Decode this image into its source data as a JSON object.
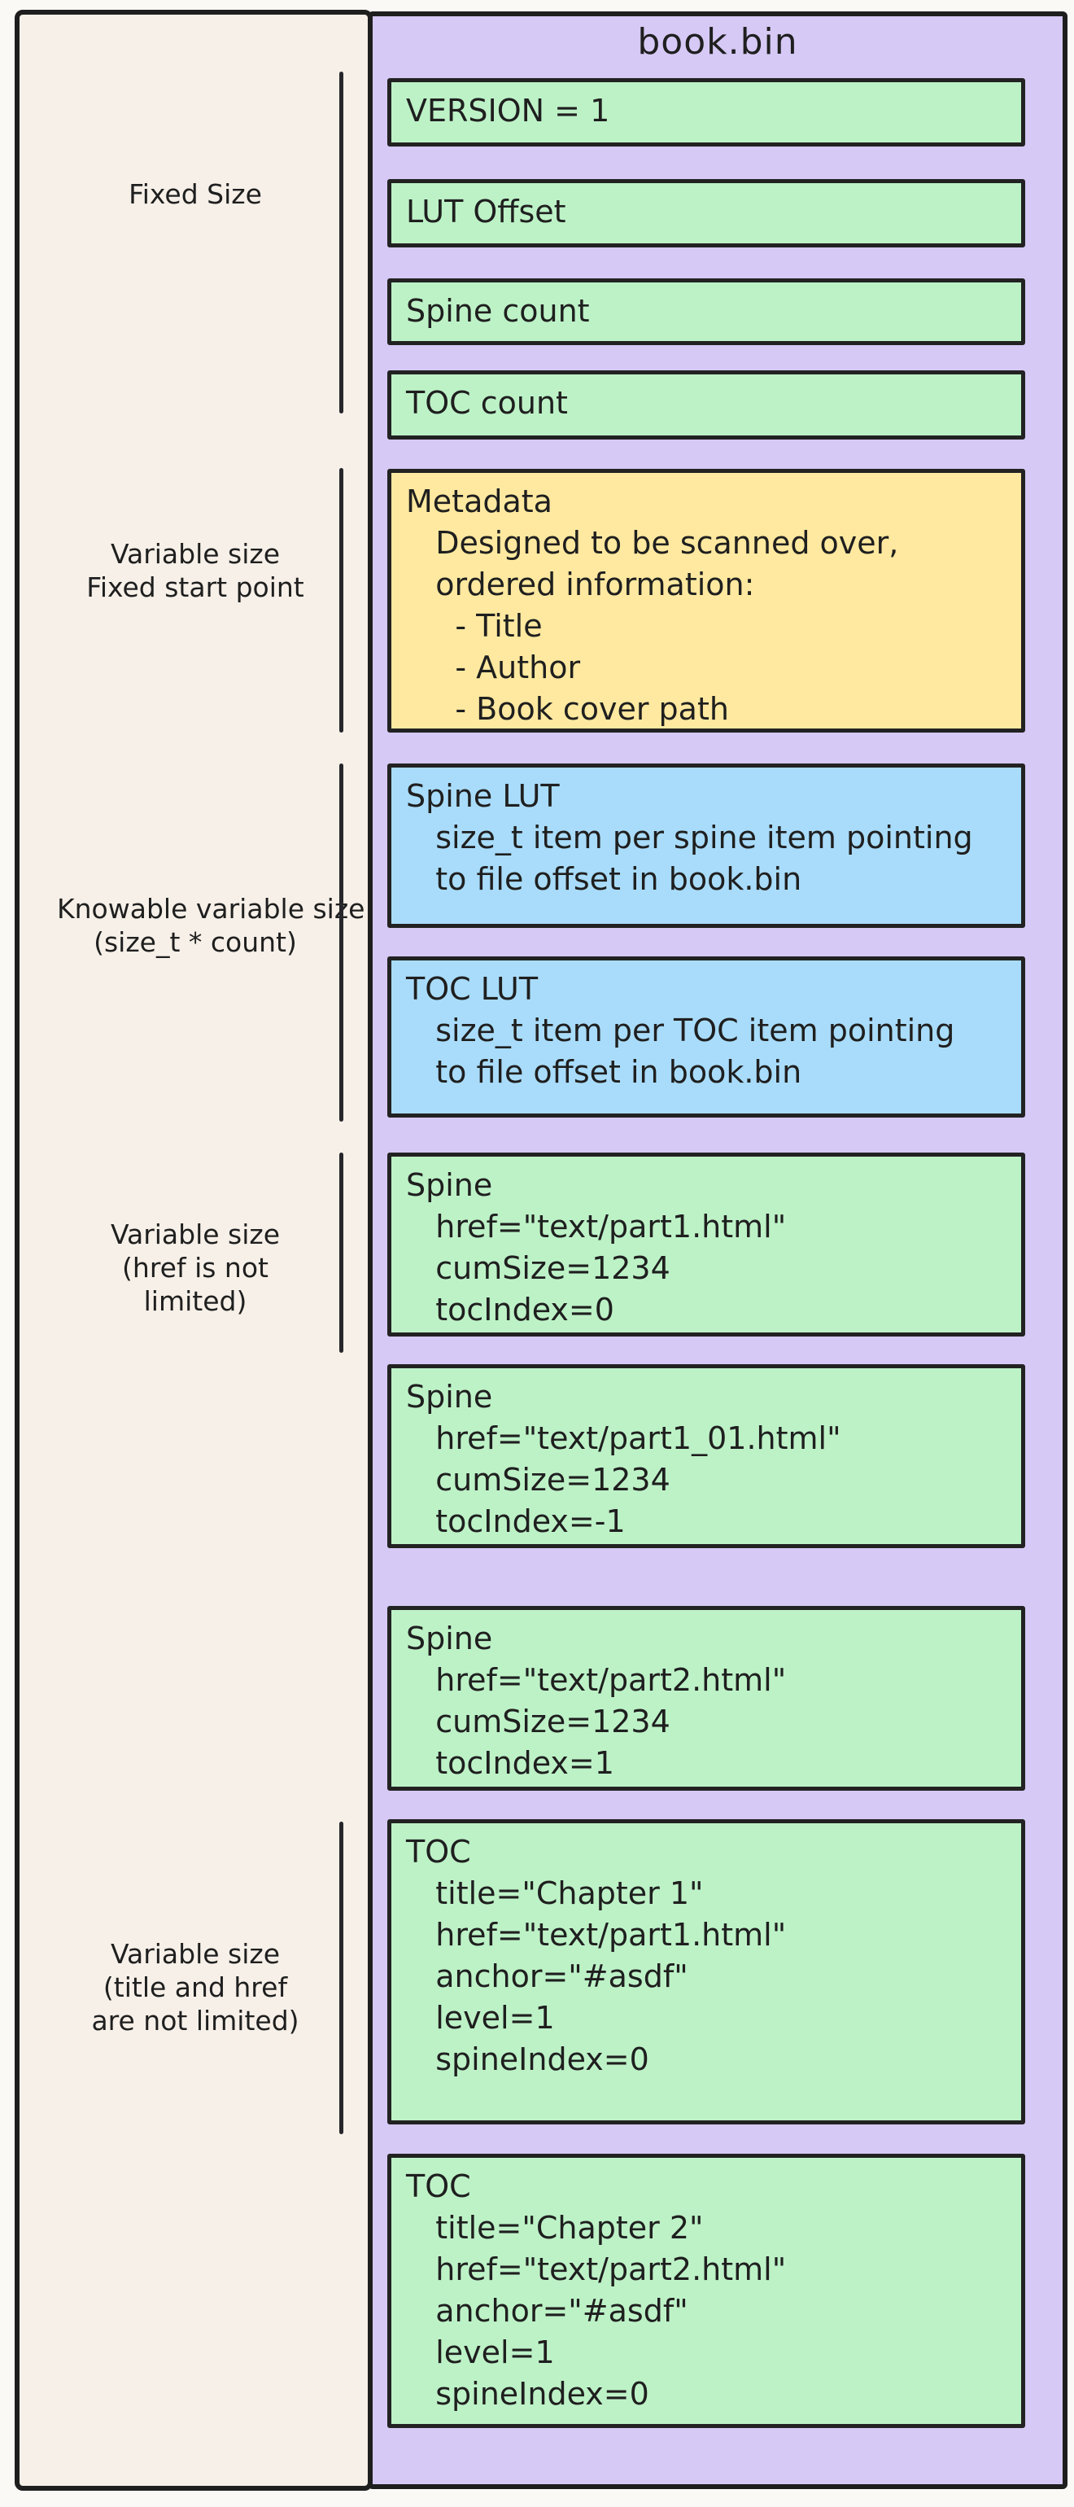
{
  "container": {
    "title": "book.bin"
  },
  "boxes": {
    "version": {
      "color": "green",
      "lines": [
        "VERSION = 1"
      ]
    },
    "lut_offset": {
      "color": "green",
      "lines": [
        "LUT Offset"
      ]
    },
    "spine_count": {
      "color": "green",
      "lines": [
        "Spine count"
      ]
    },
    "toc_count": {
      "color": "green",
      "lines": [
        "TOC count"
      ]
    },
    "metadata": {
      "color": "yellow",
      "lines": [
        "Metadata",
        "   Designed to be scanned over,",
        "   ordered information:",
        "     - Title",
        "     - Author",
        "     - Book cover path"
      ]
    },
    "spine_lut": {
      "color": "blue",
      "lines": [
        "Spine LUT",
        "   size_t item per spine item pointing",
        "   to file offset in book.bin"
      ]
    },
    "toc_lut": {
      "color": "blue",
      "lines": [
        "TOC LUT",
        "   size_t item per TOC item pointing",
        "   to file offset in book.bin"
      ]
    },
    "spine_1": {
      "color": "green",
      "lines": [
        "Spine",
        "   href=\"text/part1.html\"",
        "   cumSize=1234",
        "   tocIndex=0"
      ]
    },
    "spine_2": {
      "color": "green",
      "lines": [
        "Spine",
        "   href=\"text/part1_01.html\"",
        "   cumSize=1234",
        "   tocIndex=-1"
      ]
    },
    "spine_3": {
      "color": "green",
      "lines": [
        "Spine",
        "   href=\"text/part2.html\"",
        "   cumSize=1234",
        "   tocIndex=1"
      ]
    },
    "toc_1": {
      "color": "green",
      "lines": [
        "TOC",
        "   title=\"Chapter 1\"",
        "   href=\"text/part1.html\"",
        "   anchor=\"#asdf\"",
        "   level=1",
        "   spineIndex=0"
      ]
    },
    "toc_2": {
      "color": "green",
      "lines": [
        "TOC",
        "   title=\"Chapter 2\"",
        "   href=\"text/part2.html\"",
        "   anchor=\"#asdf\"",
        "   level=1",
        "   spineIndex=0"
      ]
    }
  },
  "labels": {
    "fixed_size": {
      "lines": [
        "Fixed Size"
      ]
    },
    "variable_fixed_start": {
      "lines": [
        "Variable size",
        "Fixed start point"
      ]
    },
    "knowable_variable": {
      "lines": [
        "Knowable variable size",
        "(size_t * count)"
      ]
    },
    "variable_href": {
      "lines": [
        "Variable size",
        "(href is not",
        "limited)"
      ]
    },
    "variable_title_href": {
      "lines": [
        "Variable size",
        "(title and href",
        "are not limited)"
      ]
    }
  },
  "palette": {
    "container_purple": "#d6c9f5",
    "record_green": "#bdf2c7",
    "record_blue": "#a9dcfa",
    "record_yellow": "#ffe9a0",
    "panel_cream": "#f6f0e8",
    "stroke_black": "#1e1e1e"
  }
}
